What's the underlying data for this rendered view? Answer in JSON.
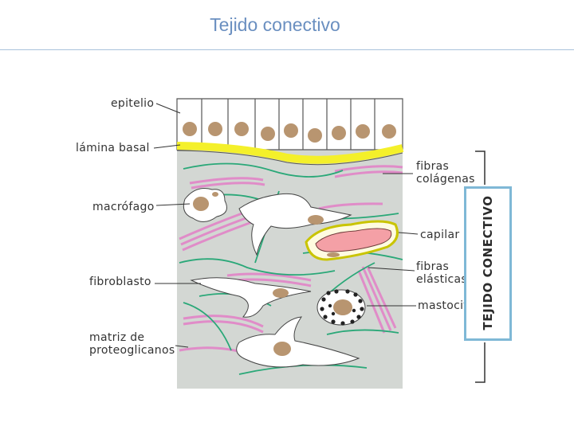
{
  "title": "Tejido conectivo",
  "side_label": "TEJIDO CONECTIVO",
  "labels": {
    "epitelio": "epitelio",
    "lamina_basal": "lámina basal",
    "macrofago": "macrófago",
    "fibroblasto": "fibroblasto",
    "matriz": "matriz de\nproteoglicanos",
    "fibras_colagenas": "fibras\ncolágenas",
    "capilar": "capilar",
    "fibras_elasticas": "fibras\nelásticas",
    "mastocito": "mastocito"
  },
  "colors": {
    "title": "#6a8fc0",
    "rule": "#a9c2dc",
    "tissue_background": "#d3d7d3",
    "basal_lamina": "#f4f02a",
    "collagen_fibers": "#e08cc8",
    "elastic_fibers": "#2aa878",
    "nuclei": "#b89570",
    "capillary": "#f4a0a6",
    "side_box_border": "#7fb8d6"
  }
}
